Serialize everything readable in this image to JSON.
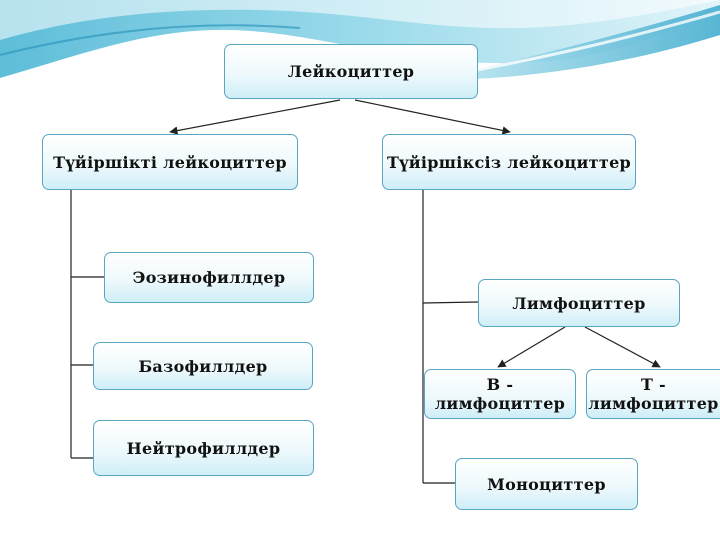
{
  "diagram": {
    "root": "Лейкоциттер",
    "left_branch": {
      "title": "Түйіршікті лейкоциттер",
      "items": [
        "Эозинофиллдер",
        "Базофиллдер",
        "Нейтрофиллдер"
      ]
    },
    "right_branch": {
      "title": "Түйіршіксіз лейкоциттер",
      "lymphocytes": {
        "label": "Лимфоциттер",
        "children": [
          {
            "line1": "В -",
            "line2": "лимфоциттер"
          },
          {
            "line1": "Т -",
            "line2": "лимфоциттер"
          }
        ]
      },
      "monocytes": "Моноциттер"
    }
  },
  "colors": {
    "box_border": "#5aa6c0",
    "box_fill_top": "#ffffff",
    "box_fill_bottom": "#cfeef8",
    "connector": "#222222",
    "wave_accent": "#4cb6d4"
  }
}
